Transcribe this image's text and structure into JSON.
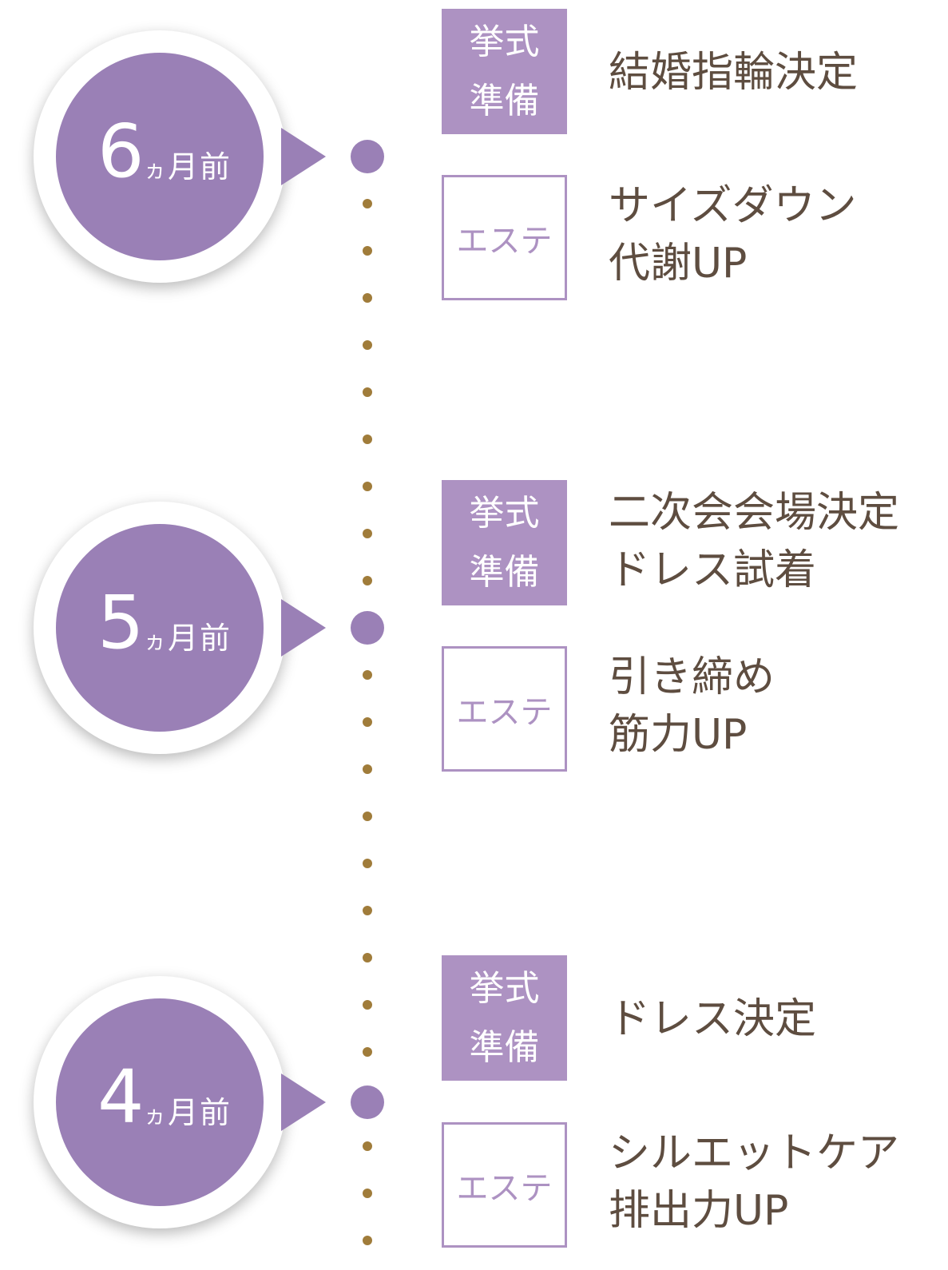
{
  "colors": {
    "accent_purple": "#9a80b6",
    "tag_purple": "#ad92c2",
    "timeline_dot_brown": "#a07c3a",
    "text_brown": "#5e4d40",
    "background": "#ffffff"
  },
  "timeline": [
    {
      "number": "6",
      "unit_ka": "ヵ",
      "unit_rest": "月前",
      "wedding_tag": [
        "挙式",
        "準備"
      ],
      "wedding_items": [
        "結婚指輪決定"
      ],
      "esthe_tag": "エステ",
      "esthe_items": [
        "サイズダウン",
        "代謝UP"
      ]
    },
    {
      "number": "5",
      "unit_ka": "ヵ",
      "unit_rest": "月前",
      "wedding_tag": [
        "挙式",
        "準備"
      ],
      "wedding_items": [
        "二次会会場決定",
        "ドレス試着"
      ],
      "esthe_tag": "エステ",
      "esthe_items": [
        "引き締め",
        "筋力UP"
      ]
    },
    {
      "number": "4",
      "unit_ka": "ヵ",
      "unit_rest": "月前",
      "wedding_tag": [
        "挙式",
        "準備"
      ],
      "wedding_items": [
        "ドレス決定"
      ],
      "esthe_tag": "エステ",
      "esthe_items": [
        "シルエットケア",
        "排出力UP"
      ]
    }
  ]
}
